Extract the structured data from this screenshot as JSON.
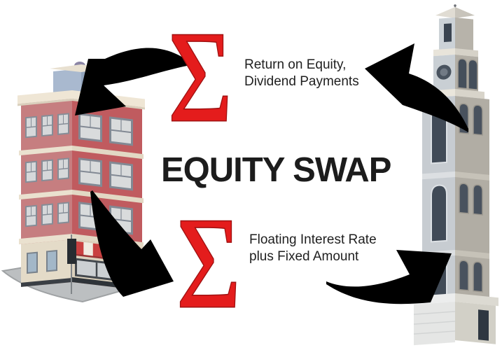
{
  "diagram": {
    "title": "EQUITY SWAP",
    "sigma_symbol": "Σ",
    "flows": {
      "top": {
        "line1": "Return on Equity,",
        "line2": "Dividend Payments",
        "from": "grey-stone-tower-building",
        "to": "red-brick-apartment-building"
      },
      "bottom": {
        "line1": "Floating Interest Rate",
        "line2": "plus Fixed Amount",
        "from": "red-brick-apartment-building",
        "to": "grey-stone-tower-building"
      }
    },
    "entities": {
      "left": "red-brick-apartment-building",
      "right": "grey-stone-tower-building"
    },
    "colors": {
      "background": "#ffffff",
      "sigma_red": "#e41c1c",
      "sigma_red_dark": "#a01111",
      "arrow_black": "#000000",
      "title_text": "#1c1c1c",
      "label_text": "#1f1f1f"
    }
  }
}
